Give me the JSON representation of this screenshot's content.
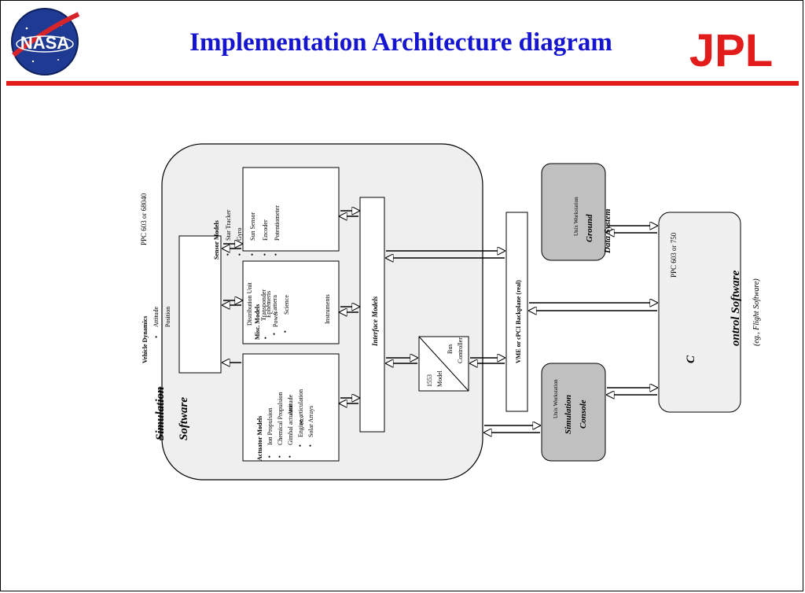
{
  "header": {
    "nasa_text": "NASA",
    "title": "Implementation Architecture diagram",
    "jpl_text": "JPL"
  },
  "colors": {
    "title": "#1515d0",
    "rule": "#e21b1b",
    "simulation_box": "#efefef",
    "workstation_box": "#c0c0c0",
    "control_box": "#f0f0f0"
  },
  "diagram": {
    "simulation": {
      "title_line1": "Simulation",
      "title_line2": "Software",
      "processor": "PPC 603 or 68040"
    },
    "vehicle_dynamics": {
      "title": "Vehicle Dynamics",
      "items": [
        "Attitude",
        "Position"
      ]
    },
    "sensor_models": {
      "title": "Sensor Models",
      "items": [
        "Star Tracker",
        "Gyro",
        "Sun Sensor",
        "Encoder",
        "Potentiometer"
      ]
    },
    "misc_models": {
      "title": "Misc. Models",
      "items": [
        "Power",
        "Distribution Unit",
        "Transponder",
        "Ephemeris",
        "Camera",
        "Science",
        "Instruments"
      ]
    },
    "actuator_models": {
      "title": "Actuator Models",
      "items": [
        "Ion Propulsion",
        "Chemical Propulsion",
        "Gimbal actuator",
        "Attitude",
        "Engine articulation",
        "Solar Arrays",
        "etc."
      ]
    },
    "interface_models": "Interface Models",
    "bus_controller": {
      "line1": "1553",
      "line2": "Model",
      "line3": "Bus",
      "line4": "Controller"
    },
    "backplane": "VME or cPCI Backplane (real)",
    "ground": {
      "workstation": "Unix Workstation",
      "title": "Ground",
      "subtitle": "Data System"
    },
    "sim_console": {
      "workstation": "Unix Workstation",
      "title": "Simulation",
      "subtitle": "Console"
    },
    "control": {
      "processor": "PPC 603 or 750",
      "letter": "C",
      "title": "ontrol Software",
      "note": "(eg., Flight Software)"
    }
  }
}
